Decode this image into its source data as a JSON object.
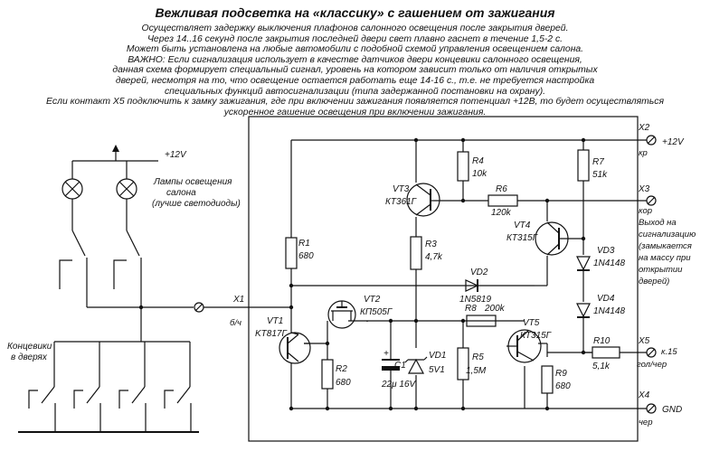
{
  "title": "Вежливая подсветка на «классику» с гашением от зажигания",
  "description": [
    "Осуществляет задержку выключения плафонов салонного освещения после закрытия дверей.",
    "Через 14..16 секунд после закрытия последней двери свет плавно гаснет в течение 1,5-2 с.",
    "Может быть установлена на любые автомобили с подобной схемой управления освещением салона.",
    "ВАЖНО: Если сигнализация использует в качестве датчиков двери концевики салонного освещения,",
    "данная схема формирует специальный сигнал, уровень на котором зависит только от наличия открытых",
    "дверей, несмотря на то, что освещение остается работать еще 14-16 с., т.е. не требуется настройка",
    "специальных функций автосигнализации (типа задержанной постановки на охрану).",
    "Если контакт X5 подключить к замку зажигания, где при включении зажигания появляется потенциал +12В, то будет осуществляться",
    "ускоренное гашение освещения при включении зажигания."
  ],
  "left": {
    "supply": "+12V",
    "lamps_label": [
      "Лампы освещения",
      "салона",
      "(лучше светодиоды)"
    ],
    "switches_label": [
      "Концевики",
      "в дверях"
    ]
  },
  "connectors": {
    "x1": {
      "ref": "X1",
      "sub": "б/ч"
    },
    "x2": {
      "ref": "X2",
      "value": "+12V",
      "sub": "кр"
    },
    "x3": {
      "ref": "X3",
      "sub": "кор",
      "note": [
        "Выход на",
        "сигнализацию",
        "(замыкается",
        "на массу при",
        "открытии",
        "дверей)"
      ]
    },
    "x4": {
      "ref": "X4",
      "value": "GND",
      "sub": "чер"
    },
    "x5": {
      "ref": "X5",
      "value": "к.15",
      "sub": "гол/чер"
    }
  },
  "components": {
    "r1": {
      "ref": "R1",
      "value": "680"
    },
    "r2": {
      "ref": "R2",
      "value": "680"
    },
    "r3": {
      "ref": "R3",
      "value": "4,7k"
    },
    "r4": {
      "ref": "R4",
      "value": "10k"
    },
    "r5": {
      "ref": "R5",
      "value": "1,5M"
    },
    "r6": {
      "ref": "R6",
      "value": "120k"
    },
    "r7": {
      "ref": "R7",
      "value": "51k"
    },
    "r8": {
      "ref": "R8",
      "value": "200k"
    },
    "r9": {
      "ref": "R9",
      "value": "680"
    },
    "r10": {
      "ref": "R10",
      "value": "5,1k"
    },
    "c1": {
      "ref": "C1",
      "value": "22μ 16V"
    },
    "vd1": {
      "ref": "VD1",
      "value": "5V1"
    },
    "vd2": {
      "ref": "VD2",
      "value": "1N5819"
    },
    "vd3": {
      "ref": "VD3",
      "value": "1N4148"
    },
    "vd4": {
      "ref": "VD4",
      "value": "1N4148"
    },
    "vt1": {
      "ref": "VT1",
      "value": "KT817Г"
    },
    "vt2": {
      "ref": "VT2",
      "value": "КП505Г"
    },
    "vt3": {
      "ref": "VT3",
      "value": "КТ361Г"
    },
    "vt4": {
      "ref": "VT4",
      "value": "КТ315Г"
    },
    "vt5": {
      "ref": "VT5",
      "value": "КТ315Г"
    }
  }
}
